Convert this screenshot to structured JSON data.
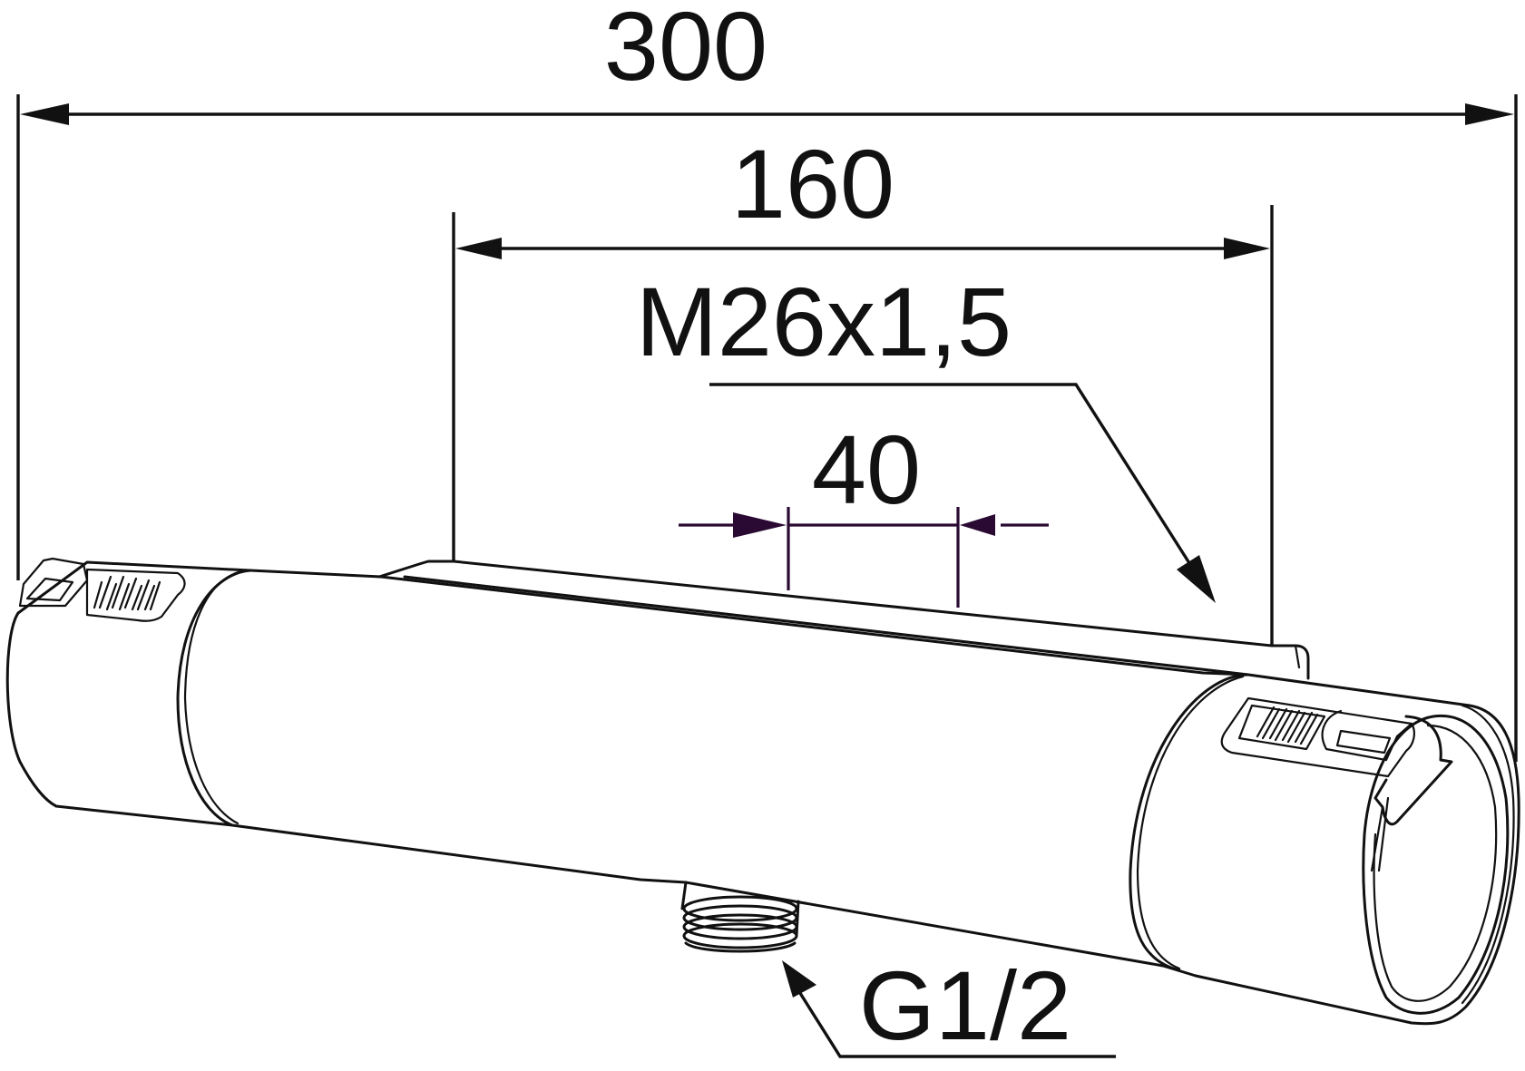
{
  "dimensions": {
    "overall_length": "300",
    "inlet_spacing": "160",
    "inlet_thread": "M26x1,5",
    "outlet_spacing": "40",
    "outlet_thread": "G1/2"
  },
  "colors": {
    "line": "#111111",
    "dimension_40": "#2a0a33",
    "background": "#ffffff"
  }
}
